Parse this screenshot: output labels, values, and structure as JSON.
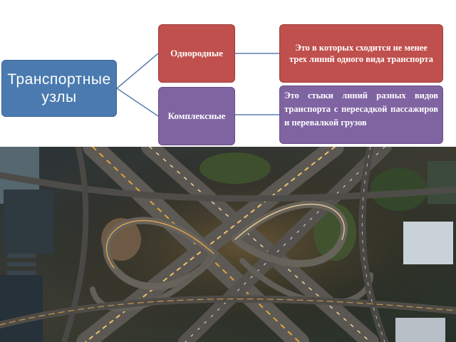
{
  "diagram": {
    "root": {
      "label": "Транспортные узлы"
    },
    "branches": [
      {
        "label": "Однородные",
        "description": "Это в которых сходится не менее трех линий одного вида транспорта",
        "color": "#c0504d"
      },
      {
        "label": "Комплексные",
        "description": "Это стыки линий разных видов транспорта с пересадкой пассажиров и перевалкой грузов",
        "color": "#8064a2"
      }
    ],
    "root_color": "#4a7ab0"
  },
  "photo": {
    "subject": "aerial-highway-interchange"
  }
}
